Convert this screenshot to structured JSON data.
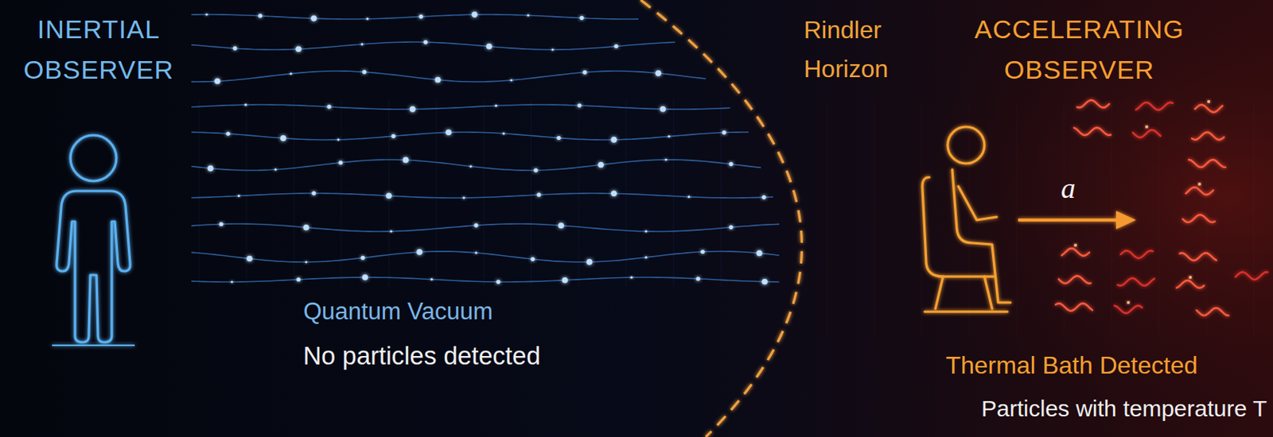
{
  "diagram": {
    "labels": [
      "INERTIAL OBSERVER",
      "Quantum Vacuum",
      "No particles detected",
      "Rindler Horizon",
      "ACCELERATING OBSERVER",
      "a",
      "Thermal Bath Detected",
      "Particles with temperature T"
    ]
  }
}
